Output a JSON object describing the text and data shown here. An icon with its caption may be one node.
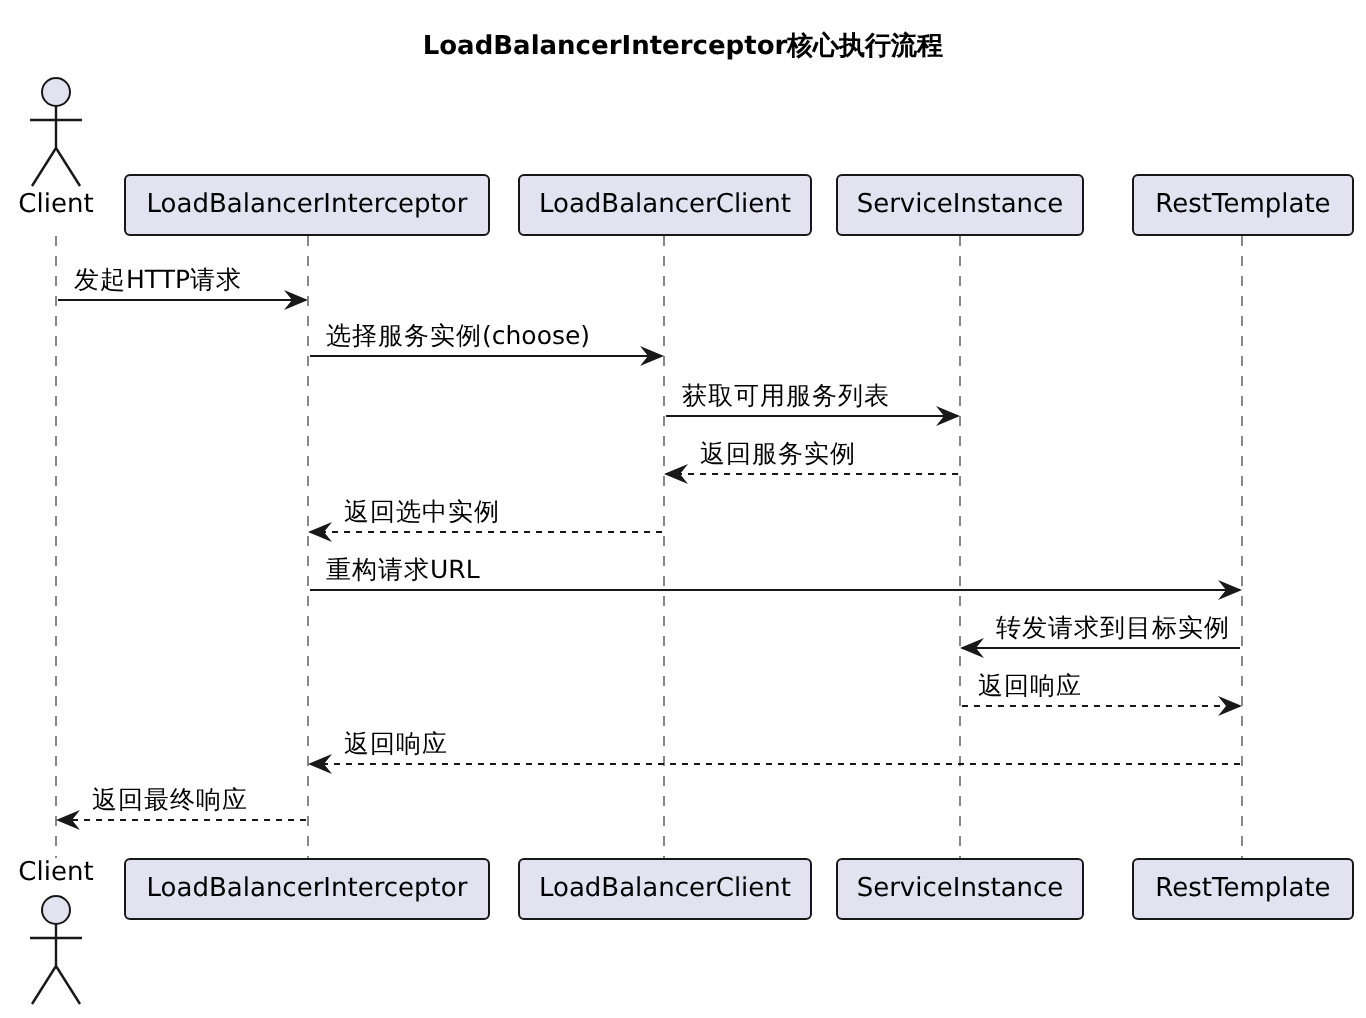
{
  "diagram": {
    "title": "LoadBalancerInterceptor核心执行流程",
    "nodes": [
      {
        "text": [
          "Client"
        ]
      },
      {
        "text": [
          "LoadBalancerInterceptor"
        ]
      },
      {
        "text": [
          "LoadBalancerClient"
        ]
      },
      {
        "text": [
          "ServiceInstance"
        ]
      },
      {
        "text": [
          "RestTemplate"
        ]
      },
      {
        "text": [
          "Client"
        ]
      },
      {
        "text": [
          "LoadBalancerInterceptor"
        ]
      },
      {
        "text": [
          "LoadBalancerClient"
        ]
      },
      {
        "text": [
          "ServiceInstance"
        ]
      },
      {
        "text": [
          "RestTemplate"
        ]
      },
      {
        "text": [],
        "shape": "line"
      },
      {
        "text": [],
        "shape": "line"
      },
      {
        "text": [],
        "shape": "line"
      },
      {
        "text": [],
        "shape": "line"
      },
      {
        "text": [],
        "shape": "line"
      }
    ],
    "edges": [
      {
        "from": 10,
        "to": 11,
        "arrow": "to",
        "label": "发起HTTP请求"
      },
      {
        "from": 11,
        "to": 12,
        "arrow": "to",
        "label": "选择服务实例(choose)"
      },
      {
        "from": 12,
        "to": 13,
        "arrow": "to",
        "label": "获取可用服务列表"
      },
      {
        "from": 13,
        "to": 12,
        "arrow": "to",
        "label": "返回服务实例",
        "style": "dashed"
      },
      {
        "from": 12,
        "to": 11,
        "arrow": "to",
        "label": "返回选中实例",
        "style": "dashed"
      },
      {
        "from": 11,
        "to": 14,
        "arrow": "to",
        "label": "重构请求URL"
      },
      {
        "from": 14,
        "to": 13,
        "arrow": "to",
        "label": "转发请求到目标实例"
      },
      {
        "from": 13,
        "to": 14,
        "arrow": "to",
        "label": "返回响应",
        "style": "dashed"
      },
      {
        "from": 14,
        "to": 11,
        "arrow": "to",
        "label": "返回响应",
        "style": "dashed"
      },
      {
        "from": 11,
        "to": 10,
        "arrow": "to",
        "label": "返回最终响应",
        "style": "dashed"
      }
    ]
  }
}
